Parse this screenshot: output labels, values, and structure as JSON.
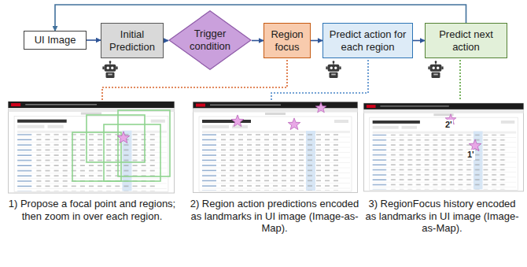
{
  "diagram": {
    "nodes": [
      {
        "text": [
          "UI Image"
        ]
      },
      {
        "text": [
          "Initial Prediction"
        ]
      },
      {
        "text": [
          "Trigger condition"
        ]
      },
      {
        "text": [
          "Region focus"
        ]
      },
      {
        "text": [
          "Predict action for each region"
        ]
      },
      {
        "text": [
          "Predict next action"
        ]
      }
    ],
    "edges": [
      {
        "from": 0,
        "to": 1,
        "arrow": "to"
      },
      {
        "from": 1,
        "to": 2,
        "arrow": "to"
      },
      {
        "from": 2,
        "to": 3,
        "arrow": "to"
      },
      {
        "from": 3,
        "to": 4,
        "arrow": "to"
      },
      {
        "from": 4,
        "to": 5,
        "arrow": "to"
      },
      {
        "from": 5,
        "to": 0,
        "arrow": "to"
      }
    ],
    "labels": [
      "2'",
      "1'",
      "1) Propose a focal point and regions; then zoom in over each region.",
      "2) Region action predictions encoded as landmarks in UI image (Image-as-Map).",
      "3) RegionFocus history encoded as landmarks in UI image (Image-as-Map)."
    ]
  }
}
